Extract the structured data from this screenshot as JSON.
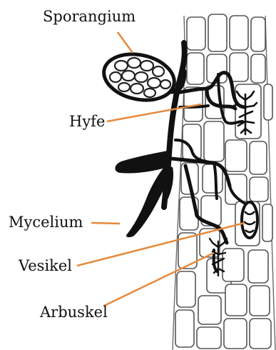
{
  "labels": {
    "sporangium": "Sporangium",
    "hyfe": "Hyfe",
    "mycelium": "Mycelium",
    "vesikel": "Vesikel",
    "arbuskel": "Arbuskel"
  },
  "colors": {
    "leader_line": "#e68a3c",
    "hyphae": "#111111",
    "cell_outline": "#555555",
    "background": "#ffffff"
  }
}
